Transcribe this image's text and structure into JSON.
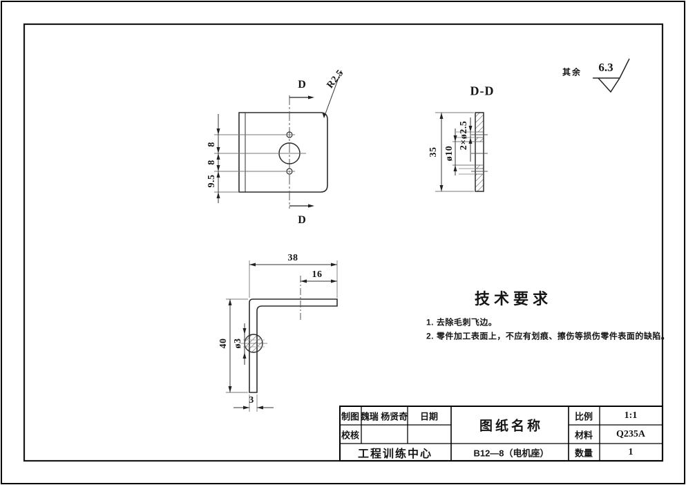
{
  "sheet": {
    "surface": {
      "prefix": "其余",
      "roughness": "6.3"
    },
    "front_view": {
      "cut_label_top": "D",
      "cut_label_bottom": "D",
      "corner_radius": "R2.5",
      "dim_seg1": "8",
      "dim_seg2": "8",
      "dim_seg3": "9.5"
    },
    "section_view": {
      "title": "D-D",
      "dim_height": "35",
      "dim_center_hole": "ø10",
      "dim_small_holes": "2×ø2.5"
    },
    "side_view": {
      "dim_width": "38",
      "dim_hole_offset": "16",
      "dim_height": "40",
      "dim_hole": "ø3",
      "dim_thickness": "3"
    },
    "tech_req": {
      "title": "技术要求",
      "note1": "1. 去除毛刺飞边。",
      "note2": "2. 零件加工表面上，不应有划痕、擦伤等损伤零件表面的缺陷。"
    },
    "title_block": {
      "drafted_label": "制图",
      "drafted_by": "魏瑞 杨贤奇",
      "date_label": "日期",
      "checked_label": "校核",
      "sheet_name_label": "图纸名称",
      "org": "工程训练中心",
      "part_name": "B12—8（电机座）",
      "scale_label": "比例",
      "scale_value": "1:1",
      "material_label": "材料",
      "material_value": "Q235A",
      "qty_label": "数量",
      "qty_value": "1"
    }
  }
}
